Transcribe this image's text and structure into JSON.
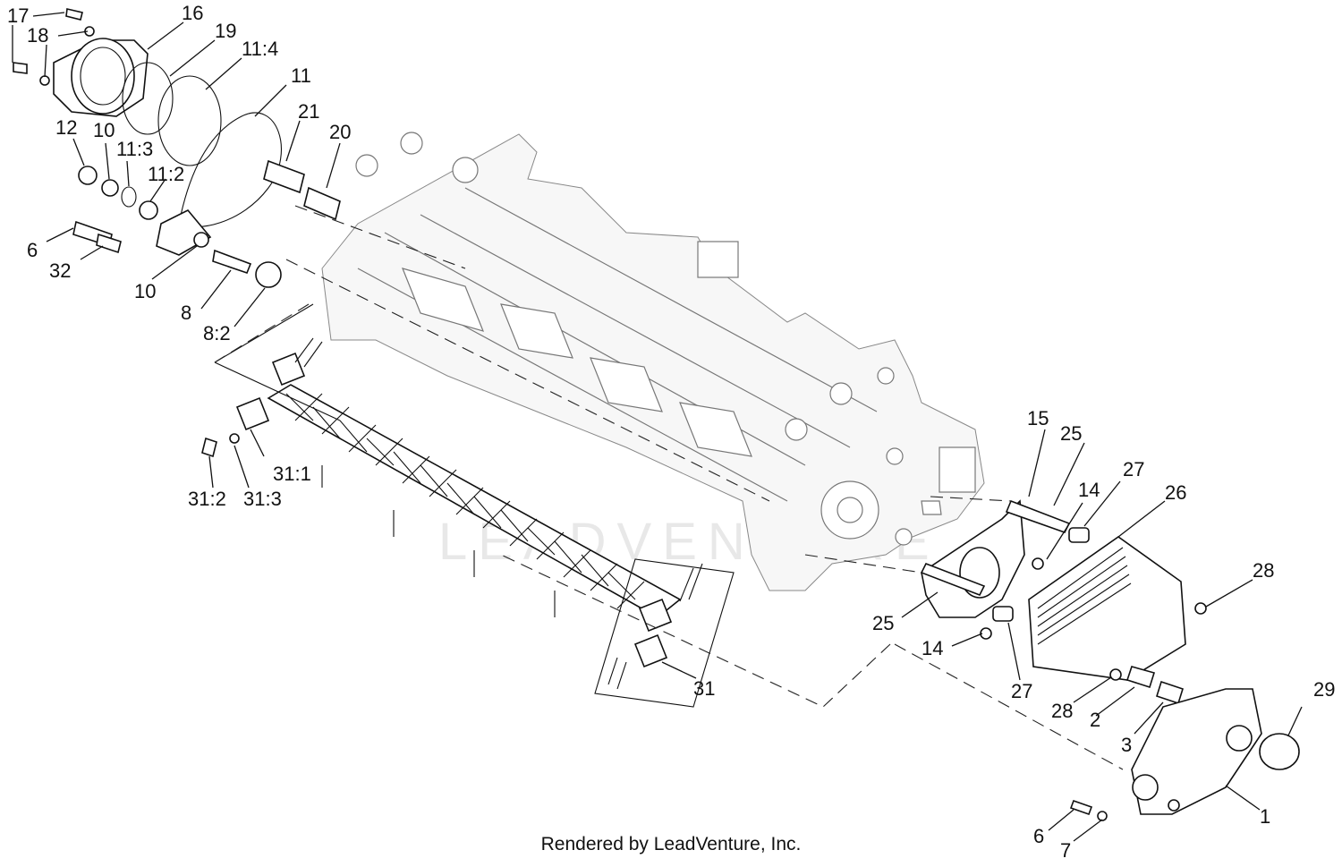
{
  "watermark": "LEADVENTURE",
  "footer": "Rendered by LeadVenture, Inc.",
  "callouts": {
    "c17": "17",
    "c16": "16",
    "c18": "18",
    "c19": "19",
    "c11_4": "11:4",
    "c11": "11",
    "c21": "21",
    "c20": "20",
    "c12": "12",
    "c10a": "10",
    "c11_3": "11:3",
    "c11_2": "11:2",
    "c6a": "6",
    "c32": "32",
    "c10b": "10",
    "c8": "8",
    "c8_2": "8:2",
    "c31_1": "31:1",
    "c31_2": "31:2",
    "c31_3": "31:3",
    "c31": "31",
    "c15": "15",
    "c25a": "25",
    "c14a": "14",
    "c27a": "27",
    "c26": "26",
    "c28a": "28",
    "c25b": "25",
    "c14b": "14",
    "c27b": "27",
    "c28b": "28",
    "c2": "2",
    "c3": "3",
    "c29": "29",
    "c1": "1",
    "c6b": "6",
    "c7": "7"
  }
}
